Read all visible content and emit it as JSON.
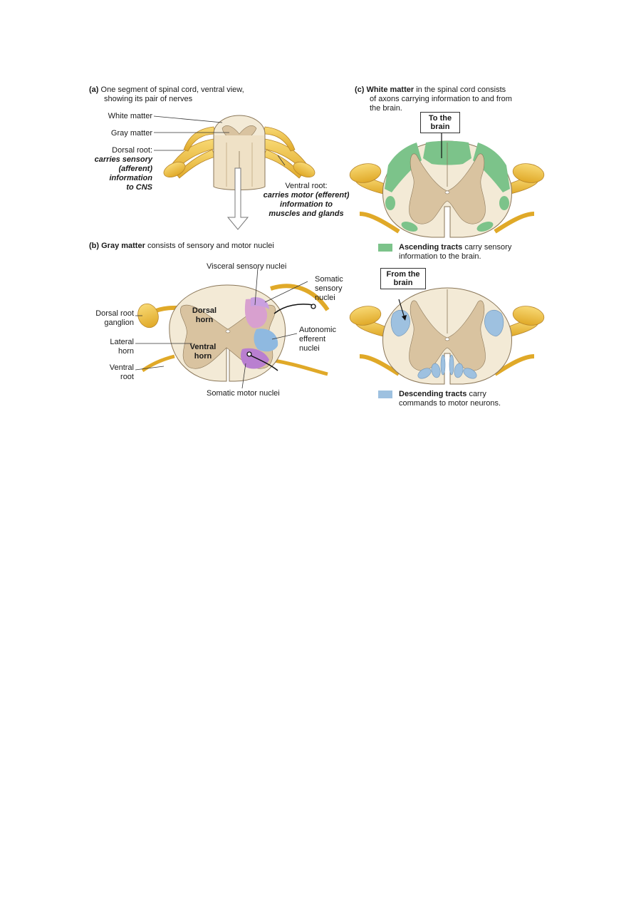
{
  "panel_a": {
    "letter": "(a)",
    "caption_line1": "One segment of spinal cord, ventral view,",
    "caption_line2": "showing its pair of nerves",
    "white_matter": "White matter",
    "gray_matter": "Gray matter",
    "dorsal_root": "Dorsal root:",
    "dorsal_desc_1": "carries sensory",
    "dorsal_desc_2": "(afferent)",
    "dorsal_desc_3": "information",
    "dorsal_desc_4": "to CNS",
    "ventral_root": "Ventral root:",
    "ventral_desc_1": "carries motor (efferent)",
    "ventral_desc_2": "information to",
    "ventral_desc_3": "muscles and glands"
  },
  "panel_b": {
    "letter": "(b)",
    "caption_bold": "Gray matter",
    "caption_rest": "consists of sensory and motor nuclei",
    "visceral_sensory": "Visceral sensory nuclei",
    "somatic_sensory_1": "Somatic",
    "somatic_sensory_2": "sensory",
    "somatic_sensory_3": "nuclei",
    "dorsal_ganglion_1": "Dorsal root",
    "dorsal_ganglion_2": "ganglion",
    "dorsal_horn_1": "Dorsal",
    "dorsal_horn_2": "horn",
    "ventral_horn_1": "Ventral",
    "ventral_horn_2": "horn",
    "lateral_horn_1": "Lateral",
    "lateral_horn_2": "horn",
    "ventral_root_1": "Ventral",
    "ventral_root_2": "root",
    "autonomic_1": "Autonomic",
    "autonomic_2": "efferent",
    "autonomic_3": "nuclei",
    "somatic_motor": "Somatic motor nuclei"
  },
  "panel_c": {
    "letter": "(c)",
    "caption_bold": "White matter",
    "caption_rest1": "in the spinal cord consists",
    "caption_line2": "of axons carrying information to and from",
    "caption_line3": "the brain.",
    "to_brain_1": "To the",
    "to_brain_2": "brain",
    "ascending_bold": "Ascending tracts",
    "ascending_rest": "carry sensory",
    "ascending_line2": "information to the brain.",
    "from_brain_1": "From the",
    "from_brain_2": "brain",
    "descending_bold": "Descending tracts",
    "descending_rest": "carry",
    "descending_line2": "commands to motor neurons."
  },
  "colors": {
    "white_matter": "#f3ead6",
    "gray_matter": "#d9c3a0",
    "nerve": "#f2c44a",
    "ascending": "#7cc38a",
    "descending": "#9ec1e0",
    "visceral_sensory": "#d8a0cf",
    "somatic_sensory": "#c9a0e0",
    "autonomic": "#8fb9e0",
    "somatic_motor": "#b97fd0"
  }
}
